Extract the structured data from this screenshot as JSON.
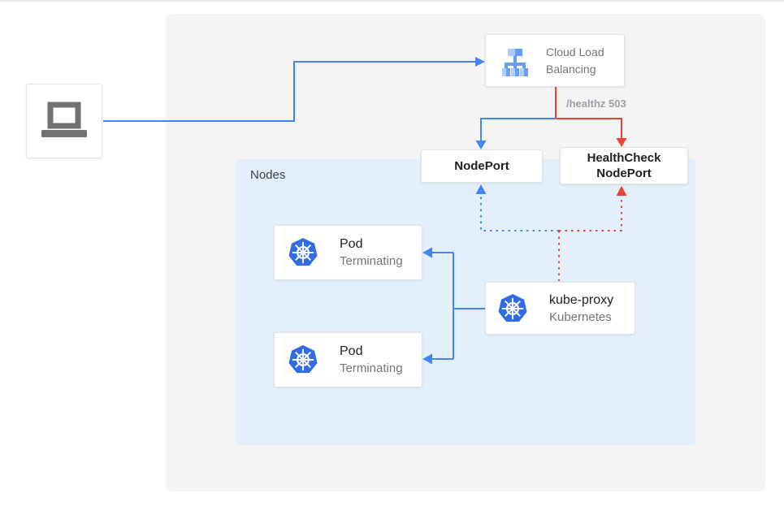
{
  "colors": {
    "traffic_blue": "#4285F4",
    "healthcheck_red": "#EA4335",
    "nodes_region_bg": "#E3F0FB",
    "canvas_bg": "#F4F4F4",
    "kubernetes_blue": "#326CE5",
    "laptop_gray": "#717171"
  },
  "client": {
    "icon": "laptop-icon"
  },
  "cloud_load_balancing": {
    "icon": "cloud-load-balancing-icon",
    "lines": [
      "Cloud Load",
      "Balancing"
    ]
  },
  "health_label": "/healthz 503",
  "nodes_region": {
    "label": "Nodes"
  },
  "nodeport": {
    "label": "NodePort"
  },
  "healthcheck_nodeport": {
    "lines": [
      "HealthCheck",
      "NodePort"
    ]
  },
  "pods": [
    {
      "icon": "kubernetes-icon",
      "title": "Pod",
      "subtitle": "Terminating"
    },
    {
      "icon": "kubernetes-icon",
      "title": "Pod",
      "subtitle": "Terminating"
    }
  ],
  "kube_proxy": {
    "icon": "kubernetes-icon",
    "title": "kube-proxy",
    "subtitle": "Kubernetes"
  }
}
